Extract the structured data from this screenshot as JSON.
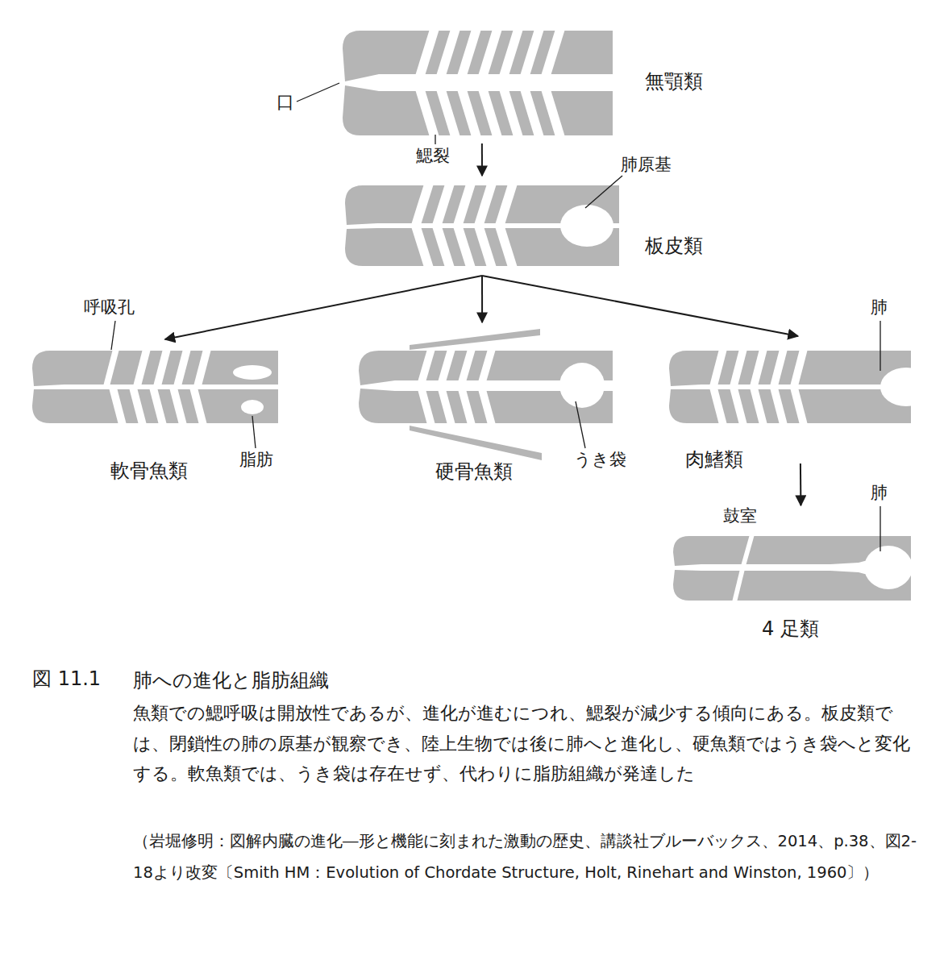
{
  "diagram": {
    "title": "肺への進化と脂肪組織",
    "caption": "魚類での鰓呼吸は開放性であるが、進化が進むにつれ、鰓裂が減少する傾向にある。板皮類では、閉鎖性の肺の原基が観察でき、陸上生物では後に肺へと進化し、硬魚類ではうき袋へと変化する。軟魚類では、うき袋は存在せず、代わりに脂肪組織が発達した",
    "nodes": [
      {
        "text": [
          "無顎類"
        ]
      },
      {
        "text": [
          "板皮類"
        ]
      },
      {
        "text": [
          "軟骨魚類"
        ]
      },
      {
        "text": [
          "硬骨魚類"
        ]
      },
      {
        "text": [
          "肉鰭類"
        ]
      },
      {
        "text": [
          "4 足類"
        ]
      }
    ],
    "edges": [
      {
        "from": 0,
        "to": 1,
        "arrow": "to"
      },
      {
        "from": 1,
        "to": 2,
        "arrow": "to"
      },
      {
        "from": 1,
        "to": 3,
        "arrow": "to"
      },
      {
        "from": 1,
        "to": 4,
        "arrow": "to"
      },
      {
        "from": 4,
        "to": 5,
        "arrow": "to"
      }
    ],
    "labels": [
      "口",
      "鰓裂",
      "肺原基",
      "呼吸孔",
      "脂肪",
      "うき袋",
      "肺",
      "鼓室",
      "肺",
      "図 11.1",
      "（岩堀修明：図解内臓の進化―形と機能に刻まれた激動の歴史、講談社ブルーバックス、2014、p.38、図2-18より改変〔Smith HM：Evolution of Chordate Structure, Holt, Rinehart and Winston, 1960〕）"
    ]
  }
}
